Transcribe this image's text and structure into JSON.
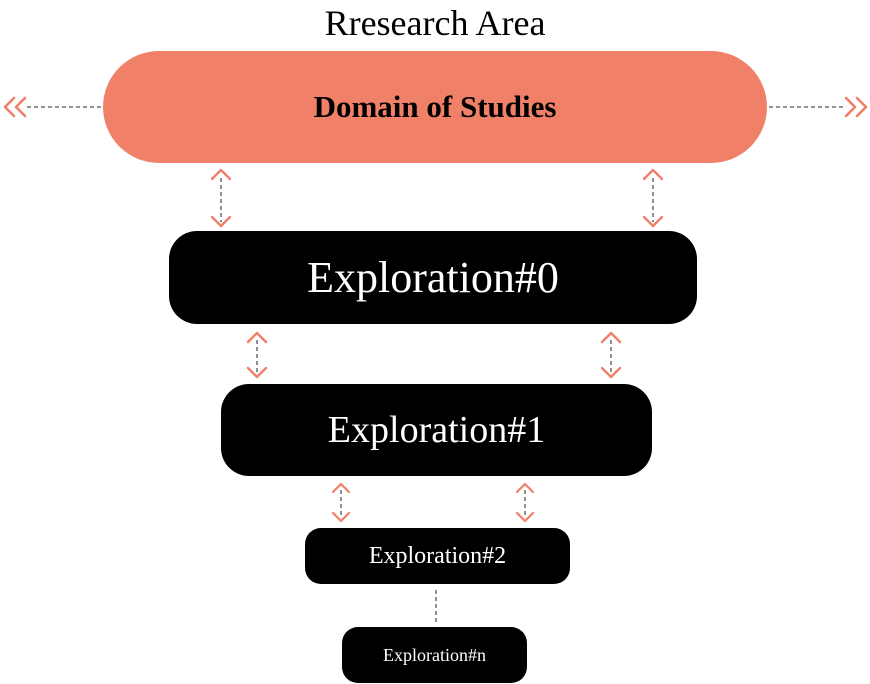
{
  "title": "Rresearch Area",
  "domain_box": {
    "label": "Domain of Studies",
    "color": "#f08068"
  },
  "levels": [
    {
      "label": "Exploration#0"
    },
    {
      "label": "Exploration#1"
    },
    {
      "label": "Exploration#2"
    },
    {
      "label": "Exploration#n"
    }
  ],
  "colors": {
    "accent": "#f08068",
    "box": "#000000",
    "box_text": "#ffffff",
    "connector": "#555555"
  },
  "icons": [
    "double-chevron-left-icon",
    "double-chevron-right-icon",
    "bidirectional-arrow-icon"
  ]
}
